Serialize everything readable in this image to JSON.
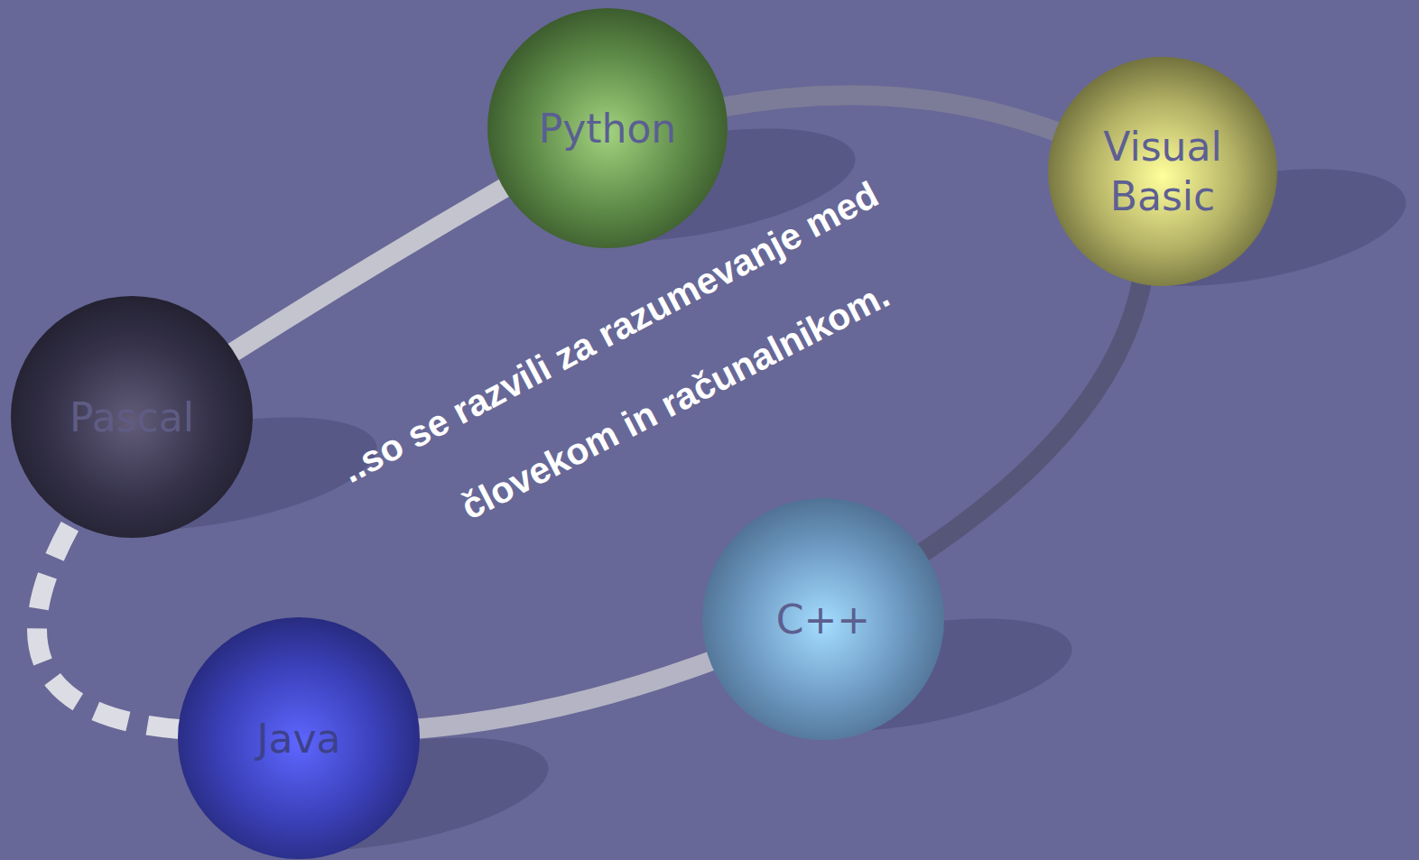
{
  "diagram": {
    "nodes": [
      {
        "text": [
          "Python"
        ]
      },
      {
        "text": [
          "Visual Basic"
        ]
      },
      {
        "text": [
          "Pascal"
        ]
      },
      {
        "text": [
          "C++"
        ]
      },
      {
        "text": [
          "Java"
        ]
      }
    ],
    "edges": [
      {
        "from": 2,
        "to": 0,
        "arrow": "none"
      },
      {
        "from": 0,
        "to": 1,
        "arrow": "none"
      },
      {
        "from": 1,
        "to": 3,
        "arrow": "none"
      },
      {
        "from": 3,
        "to": 4,
        "arrow": "none"
      },
      {
        "from": 4,
        "to": 2,
        "arrow": "none"
      }
    ],
    "labels": [
      "..so se razvili za razumevanje med",
      "človekom in računalnikom."
    ]
  }
}
